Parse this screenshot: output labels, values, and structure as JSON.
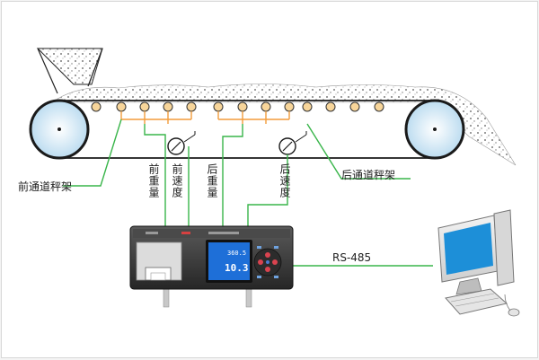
{
  "labels": {
    "front_scale": "前通道秤架",
    "rear_scale": "后通道秤架",
    "front_weight": "前重量",
    "front_speed": "前速度",
    "rear_weight": "后重量",
    "rear_speed": "后速度",
    "rs485": "RS-485"
  },
  "instrument": {
    "display_line1": "360.5",
    "display_line2": "10.3"
  },
  "icons": {
    "hopper": "hopper-icon",
    "belt": "conveyor-belt",
    "speed_sensor": "speed-sensor-icon",
    "printer": "printer-icon",
    "computer": "computer-icon"
  },
  "colors": {
    "belt_outline": "#1a1a1a",
    "weight_line": "#f39c3c",
    "signal_line": "#39b54a",
    "drum_fill": "#cfe6f4",
    "roller_fill": "#f7d59a",
    "monitor_screen": "#1d8fd8",
    "instrument_body": "#3a3a3a",
    "display_screen": "#1e6fd8"
  }
}
